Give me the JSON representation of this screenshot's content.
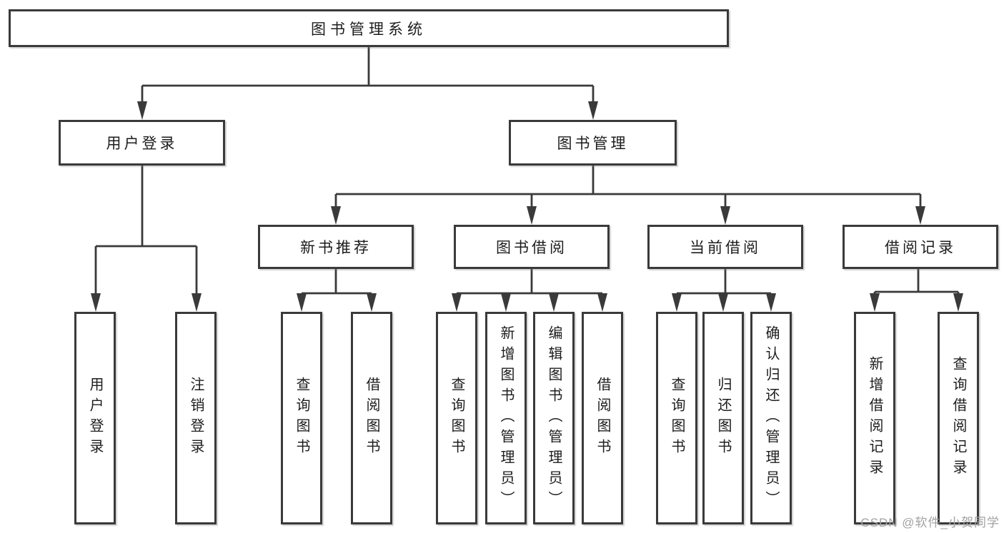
{
  "colors": {
    "line": "#3a3a3a",
    "box_border": "#3a3a3a",
    "text": "#1d1d1d",
    "watermark": "#a2a2a2",
    "background": "#ffffff"
  },
  "tree": {
    "root": "图书管理系统",
    "branches": [
      {
        "label": "用户登录",
        "children": [
          "用户登录",
          "注销登录"
        ]
      },
      {
        "label": "图书管理",
        "groups": [
          {
            "label": "新书推荐",
            "children": [
              "查询图书",
              "借阅图书"
            ]
          },
          {
            "label": "图书借阅",
            "children": [
              "查询图书",
              "新增图书（管理员）",
              "编辑图书（管理员）",
              "借阅图书"
            ]
          },
          {
            "label": "当前借阅",
            "children": [
              "查询图书",
              "归还图书",
              "确认归还（管理员）"
            ]
          },
          {
            "label": "借阅记录",
            "children": [
              "新增借阅记录",
              "查询借阅记录"
            ]
          }
        ]
      }
    ]
  },
  "watermark": {
    "text": "CSDN @软件_小贺同学"
  }
}
